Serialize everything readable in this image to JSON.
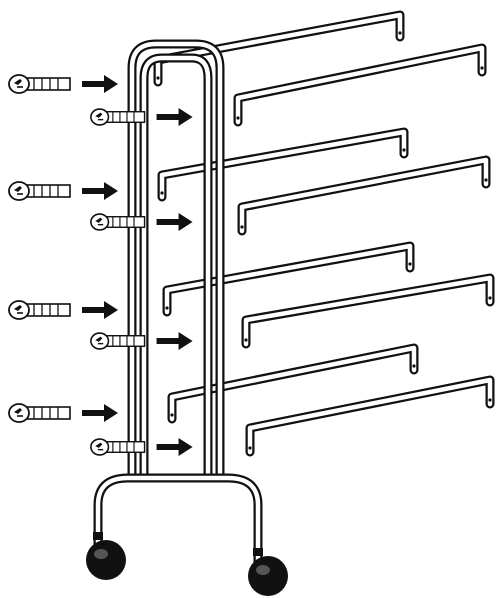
{
  "figure": {
    "frame": "rolling-rack-frame",
    "shelf_count": 8,
    "bolt_count": 8,
    "caster_count": 2
  }
}
